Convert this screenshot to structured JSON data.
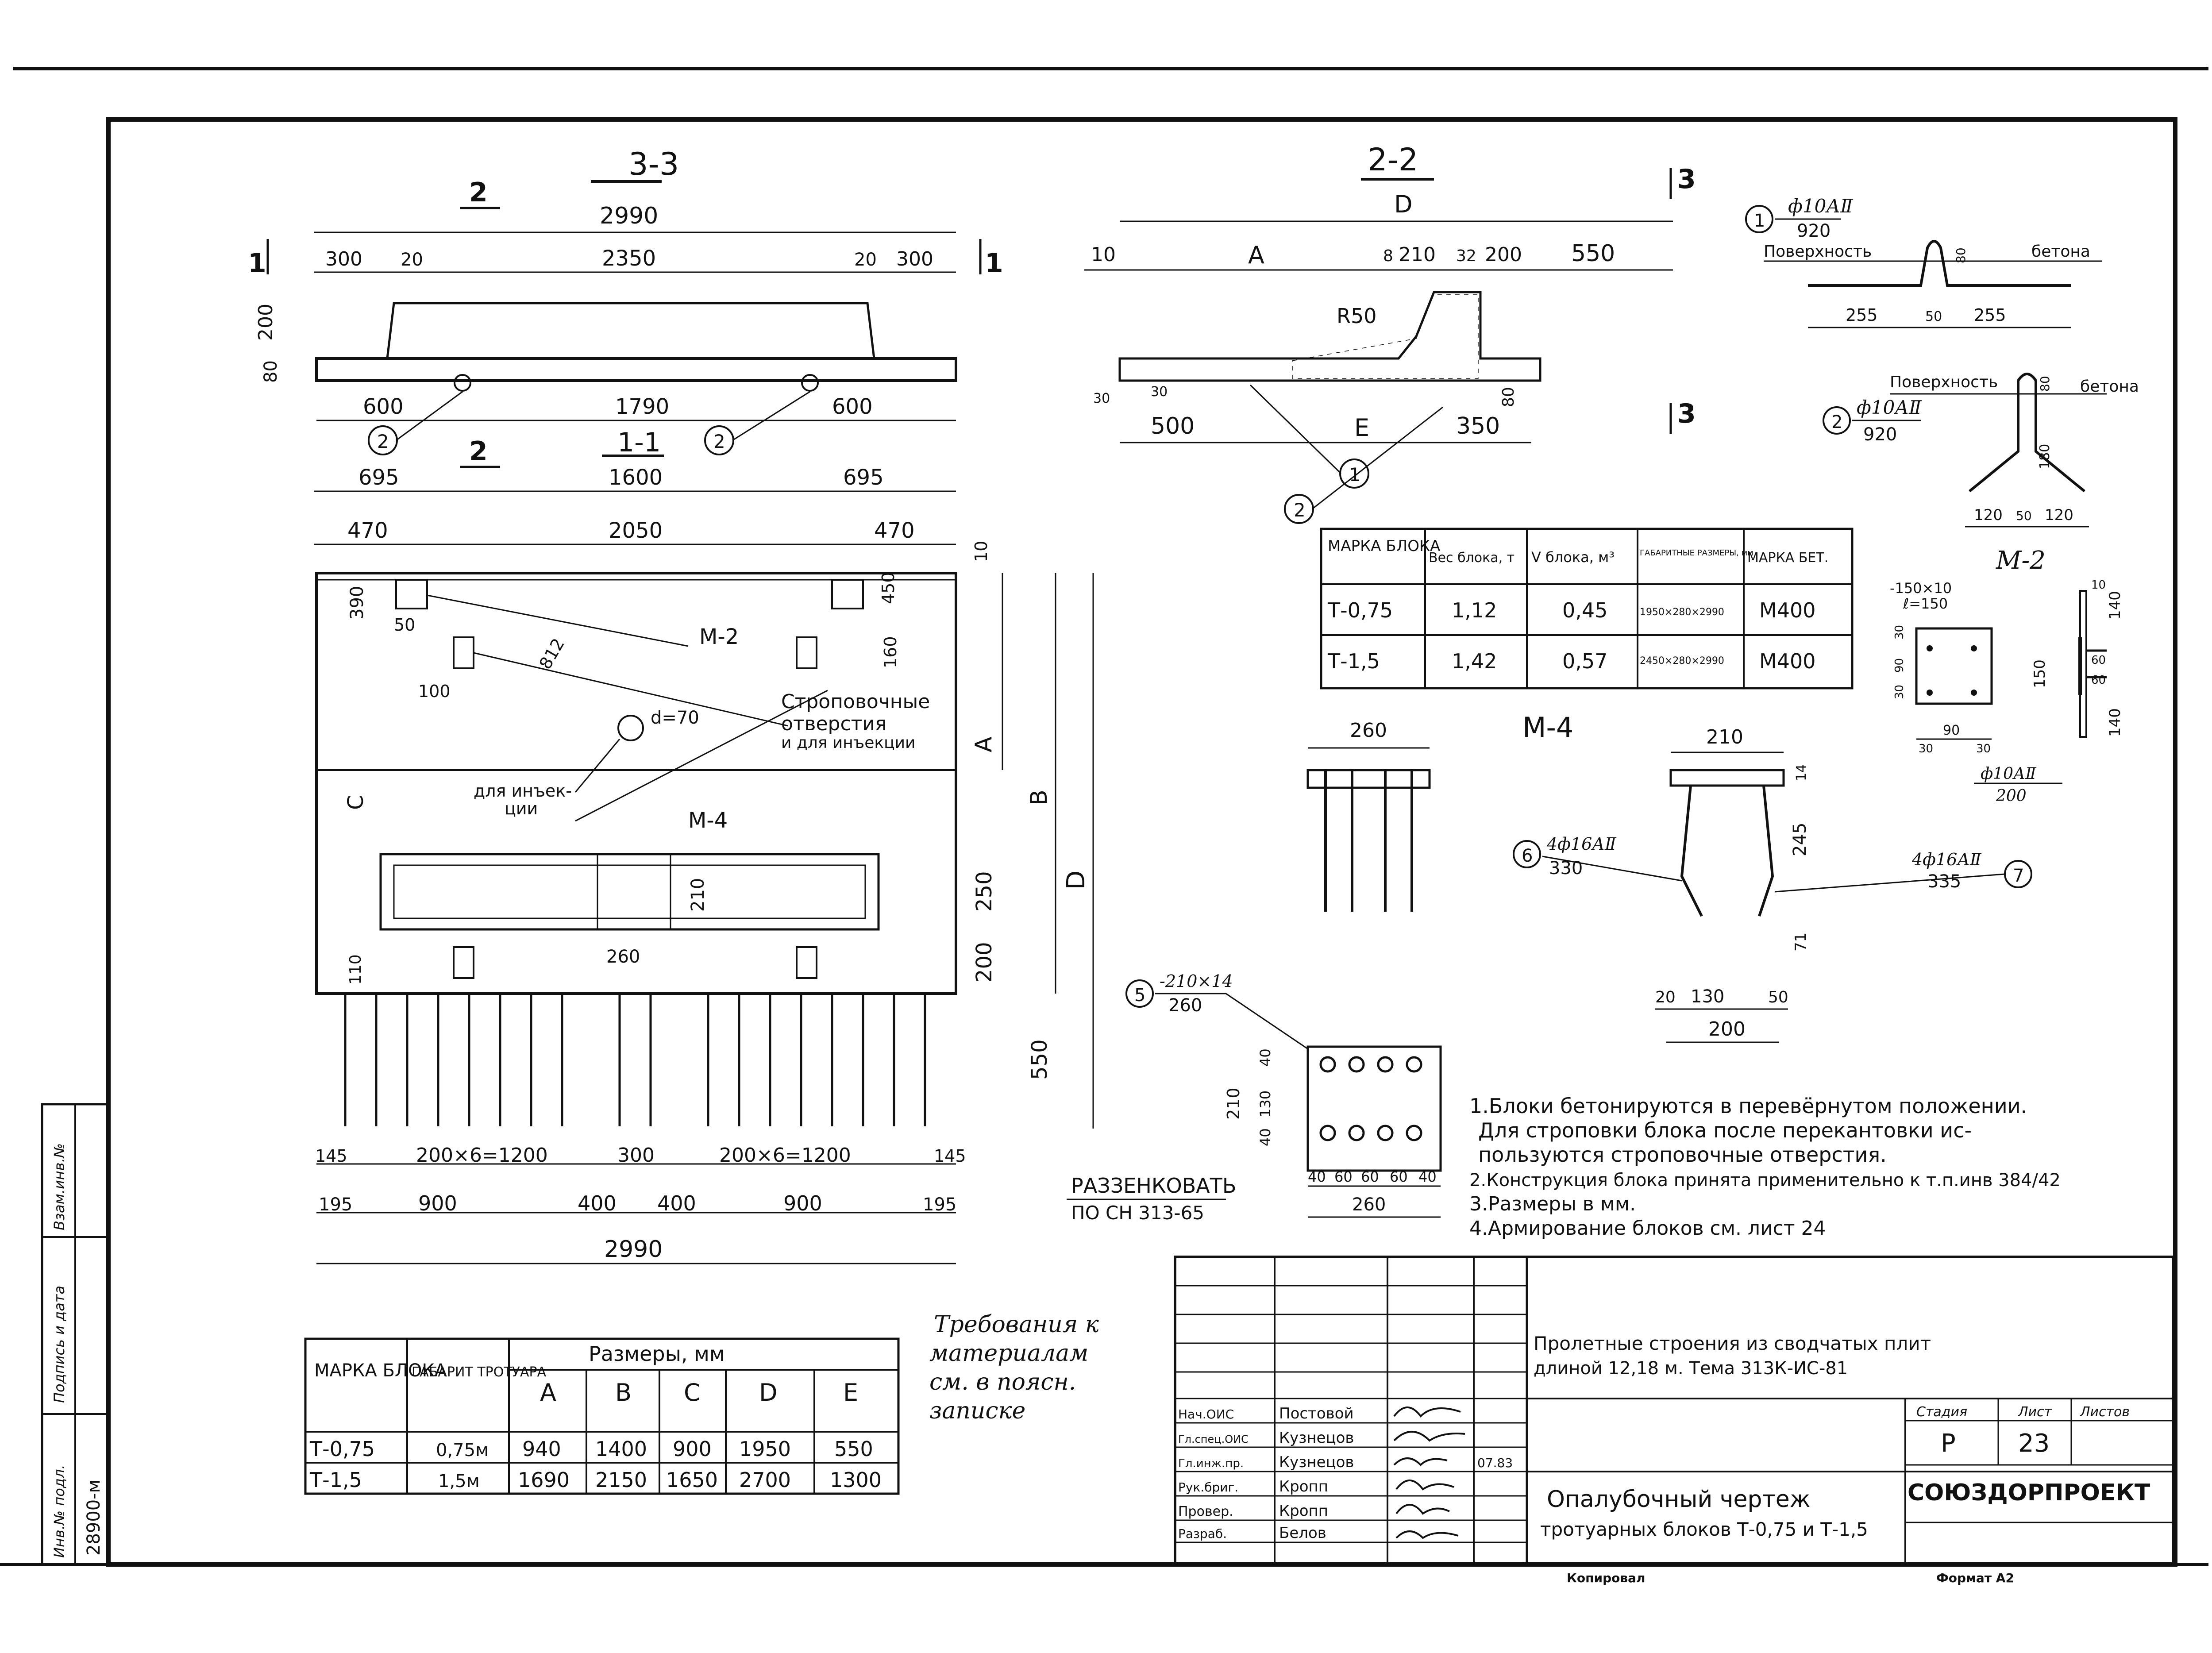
{
  "sections": {
    "s33": "3-3",
    "s22": "2-2",
    "s11": "1-1",
    "m2": "М-2",
    "m4": "М-4",
    "cut2": "2",
    "cut1": "1",
    "cut3": "3"
  },
  "view33": {
    "overall": "2990",
    "d300a": "300",
    "d20a": "20",
    "d2350": "2350",
    "d20b": "20",
    "d300b": "300",
    "h200": "200",
    "h80": "80",
    "d600a": "600",
    "d1790": "1790",
    "d600b": "600",
    "mark2": "2"
  },
  "plan11": {
    "d695a": "695",
    "d1600": "1600",
    "d695b": "695",
    "d470a": "470",
    "d2050": "2050",
    "d470b": "470",
    "d390": "390",
    "d50": "50",
    "d100": "100",
    "d160": "160",
    "d450": "450",
    "d812": "812",
    "d10": "10",
    "label_m2": "М-2",
    "hole": "d=70",
    "strop": "Строповочные",
    "otv": "отверстия",
    "inj": "и для инъекции",
    "inj2a": "для инъек-",
    "inj2b": "ции",
    "label_m4": "М-4",
    "dim_C": "C",
    "dim_A": "A",
    "dim_B": "B",
    "dim_D": "D",
    "d250": "250",
    "d210": "210",
    "d200": "200",
    "d260": "260",
    "d110": "110",
    "d550": "550",
    "d145a": "145",
    "d200x6a": "200×6=1200",
    "d300": "300",
    "d200x6b": "200×6=1200",
    "d145b": "145",
    "d195a": "195",
    "d900a": "900",
    "d400a": "400",
    "d400b": "400",
    "d900b": "900",
    "d195b": "195",
    "overall": "2990",
    "razzenk1": "РАЗЗЕНКОВАТЬ",
    "razzenk2": "ПО СН 313-65"
  },
  "view22": {
    "D": "D",
    "d10": "10",
    "A": "A",
    "d8": "8",
    "d210": "210",
    "d32": "32",
    "d200": "200",
    "d550": "550",
    "R": "R50",
    "d30a": "30",
    "d30b": "30",
    "d80": "80",
    "d500": "500",
    "E": "E",
    "d350": "350",
    "m1": "1",
    "m2": "2"
  },
  "bars": {
    "b1_mark": "1",
    "b1_spec": "ф10АⅡ",
    "b1_len": "920",
    "surface": "Поверхность",
    "concrete": "бетона",
    "b1_d255a": "255",
    "b1_d50": "50",
    "b1_d255b": "255",
    "b1_d80": "80",
    "b2_mark": "2",
    "b2_spec": "ф10АⅡ",
    "b2_len": "920",
    "b2_d120a": "120",
    "b2_d50": "50",
    "b2_d120b": "120",
    "b2_d180": "180",
    "b2_d80": "80"
  },
  "blockTable": {
    "headers": [
      "МАРКА БЛОКА",
      "Вес блока, т",
      "V блока, м³",
      "ГАБАРИТНЫЕ РАЗМЕРЫ, мм",
      "МАРКА БЕТ."
    ],
    "rows": [
      [
        "Т-0,75",
        "1,12",
        "0,45",
        "1950×280×2990",
        "М400"
      ],
      [
        "Т-1,5",
        "1,42",
        "0,57",
        "2450×280×2990",
        "М400"
      ]
    ]
  },
  "m2detail": {
    "plate": "-150×10",
    "plate_l": "ℓ=150",
    "d30a": "30",
    "d90": "90",
    "d30b": "30",
    "d30c": "30",
    "d90b": "90",
    "d30d": "30",
    "d10": "10",
    "d140a": "140",
    "d150": "150",
    "d60a": "60",
    "d60b": "60",
    "d140b": "140",
    "rod": "ф10АⅡ",
    "rod_len": "200"
  },
  "m4detail": {
    "w260": "260",
    "w210": "210",
    "d14": "14",
    "d245": "245",
    "d71": "71",
    "d20": "20",
    "d130": "130",
    "d50": "50",
    "d200": "200",
    "p6_mark": "6",
    "p6_spec": "4ф16АⅡ",
    "p6_len": "330",
    "p7_mark": "7",
    "p7_spec": "4ф16АⅡ",
    "p7_len": "335"
  },
  "plate5": {
    "mark": "5",
    "spec": "-210×14",
    "len": "260",
    "d40a": "40",
    "d130": "130",
    "d40b": "40",
    "d210": "210",
    "b40a": "40",
    "b60a": "60",
    "b60b": "60",
    "b60c": "60",
    "b40b": "40",
    "b260": "260"
  },
  "notes": [
    "1.Блоки бетонируются в перевёрнутом положении.",
    "Для строповки блока после перекантовки ис-",
    "пользуются строповочные отверстия.",
    "2.Конструкция блока принята применительно к т.п.инв 384/42",
    "3.Размеры в мм.",
    "4.Армирование блоков см. лист 24"
  ],
  "requirements": [
    "Требования к",
    "материалам",
    "см. в поясн.",
    "записке"
  ],
  "sizeTable": {
    "h_mark": "МАРКА БЛОКА",
    "h_gab": "ГАБАРИТ ТРОТУАРА",
    "h_sizes": "Размеры, мм",
    "cols": [
      "A",
      "B",
      "C",
      "D",
      "E"
    ],
    "rows": [
      [
        "Т-0,75",
        "0,75м",
        "940",
        "1400",
        "900",
        "1950",
        "550"
      ],
      [
        "Т-1,5",
        "1,5м",
        "1690",
        "2150",
        "1650",
        "2700",
        "1300"
      ]
    ]
  },
  "titleBlock": {
    "project": "Пролетные строения из сводчатых плит",
    "project2": "длиной 12,18 м. Тема 313К-ИС-81",
    "roles": [
      "Нач.ОИС",
      "Гл.спец.ОИС",
      "Гл.инж.пр.",
      "Рук.бриг.",
      "Провер.",
      "Разраб."
    ],
    "names": [
      "Постовой",
      "Кузнецов",
      "Кузнецов",
      "Кропп",
      "Кропп",
      "Белов"
    ],
    "date": "07.83",
    "stage_h": "Стадия",
    "sheet_h": "Лист",
    "sheets_h": "Листов",
    "stage": "Р",
    "sheet": "23",
    "sheets": "",
    "drawing1": "Опалубочный чертеж",
    "drawing2": "тротуарных блоков Т-0,75 и Т-1,5",
    "org": "СОЮЗДОРПРОЕКТ",
    "copied": "Копировал",
    "format": "Формат А2"
  },
  "sideStamp": {
    "inv": "Инв.№ подл.",
    "inv_val": "28900-м",
    "sign": "Подпись и дата",
    "vzam": "Взам.инв.№"
  }
}
